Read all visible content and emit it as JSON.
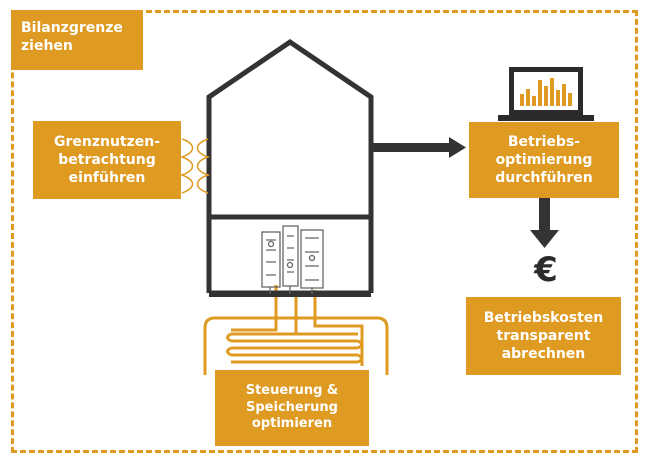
{
  "colors": {
    "accent": "#df9a21",
    "dark": "#333333",
    "white": "#ffffff"
  },
  "labels": {
    "corner": "Bilanzgrenze\nziehen",
    "left": "Grenznutzen-\nbetrachtung\neinführen",
    "right": "Betriebs-\noptimierung\ndurchführen",
    "costs": "Betriebskosten\ntransparent\nabrechnen",
    "bottom": "Steuerung &\nSpeicherung\noptimieren",
    "currency": "€"
  },
  "icons": [
    "house-icon",
    "insulation-icon",
    "arrow-right-icon",
    "laptop-chart-icon",
    "arrow-down-icon",
    "euro-icon",
    "heating-system-icon",
    "floor-heating-coil-icon"
  ]
}
